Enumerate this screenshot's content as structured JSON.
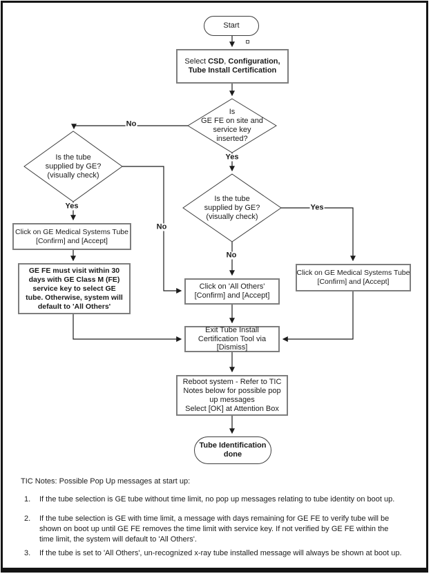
{
  "flowchart": {
    "start_label": "Start",
    "select_box": {
      "seg1": "Select ",
      "seg2": "CSD",
      "seg3": ", ",
      "seg4": "Configuration,",
      "line2": "Tube Install Certification"
    },
    "decision_fe_onsite": {
      "line1": "Is",
      "line2": "GE FE on site and",
      "line3": "service key",
      "line4": "inserted?"
    },
    "decision_tube_left": {
      "line1": "Is the tube",
      "line2": "supplied by GE?",
      "line3": "(visually check)"
    },
    "decision_tube_center": {
      "line1": "Is the tube",
      "line2": "supplied by GE?",
      "line3": "(visually check)"
    },
    "confirm_left_box": {
      "line1": "Click on GE Medical Systems Tube",
      "line2": "[Confirm] and [Accept]"
    },
    "visit_box": {
      "line1": "GE FE must visit within 30",
      "line2": "days with GE Class M (FE)",
      "line3": "service key to select GE",
      "line4": "tube.  Otherwise, system will",
      "line5": "default to 'All Others'"
    },
    "all_others_box": {
      "line1": "Click on 'All Others'",
      "line2": "[Confirm] and [Accept]"
    },
    "confirm_right_box": {
      "line1": "Click on GE Medical Systems Tube",
      "line2": "[Confirm] and [Accept]"
    },
    "exit_box": {
      "line1": "Exit Tube Install",
      "line2": "Certification Tool via",
      "line3": "[Dismiss]"
    },
    "reboot_box": {
      "line1": "Reboot system - Refer to TIC",
      "line2": "Notes below for possible pop",
      "line3": "up messages",
      "line4": "Select [OK] at Attention Box"
    },
    "done_terminator": {
      "line1": "Tube Identification",
      "line2": "done"
    },
    "labels": {
      "no_fe_onsite": "No",
      "yes_fe_onsite": "Yes",
      "yes_tube_left": "Yes",
      "no_tube_left": "No",
      "no_tube_center": "No",
      "yes_tube_center": "Yes"
    }
  },
  "notes": {
    "title": "TIC Notes:  Possible Pop Up messages at start up:",
    "items": [
      {
        "num": "1.",
        "lines": [
          "If the tube selection is GE tube without time limit,  no pop up messages relating to tube identity on boot up."
        ]
      },
      {
        "num": "2.",
        "lines": [
          "If the tube selection is GE with time limit, a message with days remaining for GE FE to verify tube will be",
          "shown on boot up until GE FE removes the time limit with service key.  If not verified by GE FE within the",
          "time limit, the system will default to 'All Others'."
        ]
      },
      {
        "num": "3.",
        "lines": [
          "If the tube is set to 'All Others', un-recognized x-ray tube installed message will always be shown at boot up."
        ]
      }
    ]
  },
  "colors": {
    "frame": "#141414",
    "box_border": "#7d7d7d",
    "shape_stroke": "#3c3c3c",
    "connector": "#1c1c1c",
    "background": "#ffffff",
    "text": "#1a1a1a"
  }
}
